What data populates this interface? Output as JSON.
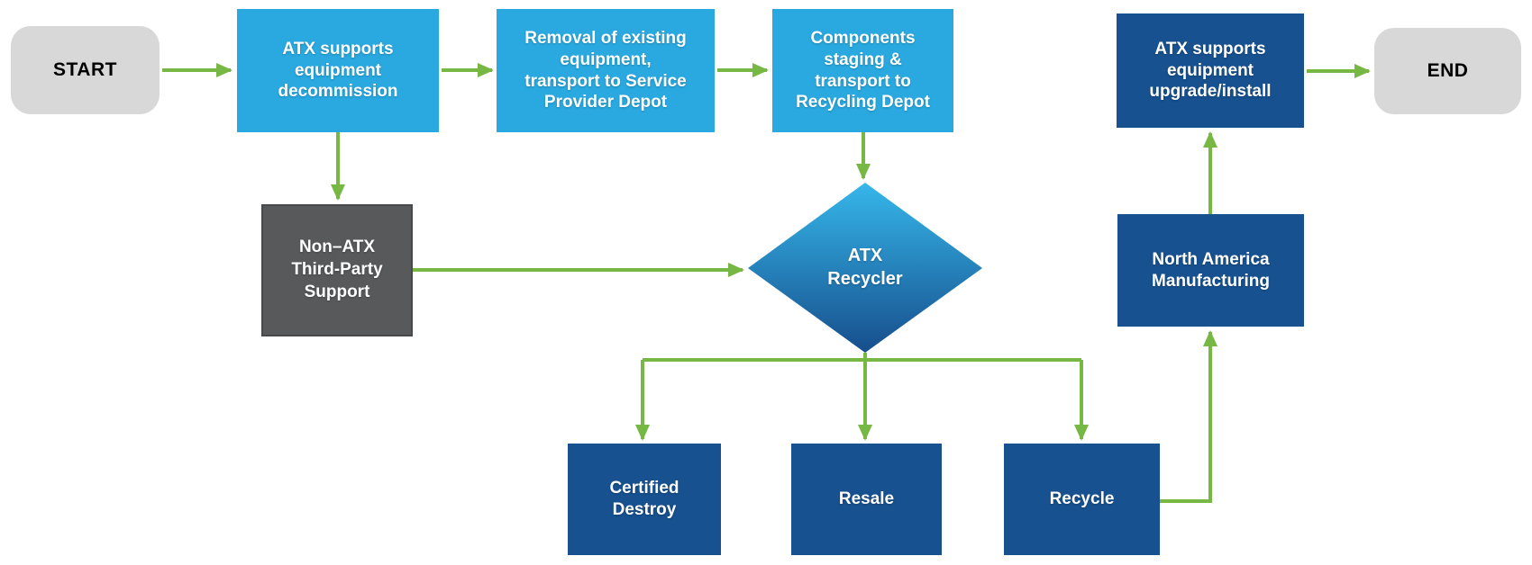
{
  "diagram": {
    "type": "flowchart",
    "background": "#FFFFFF",
    "colors": {
      "process_light_blue": "#29A9E0",
      "process_dark_blue": "#17518F",
      "third_party_gray": "#58595B",
      "terminal_gray": "#D8D8D8",
      "connector_green": "#76B843",
      "diamond_gradient_top": "#36B7EA",
      "diamond_gradient_bottom": "#164E8C",
      "text_light": "#FFFFFF",
      "text_dark": "#000000"
    },
    "nodes": {
      "start": {
        "label": "START",
        "shape": "rounded-terminal"
      },
      "decommission": {
        "label": "ATX supports\nequipment\ndecommission",
        "shape": "rectangle"
      },
      "removal": {
        "label": "Removal of existing\nequipment,\ntransport to Service\nProvider Depot",
        "shape": "rectangle"
      },
      "staging": {
        "label": "Components\nstaging &\ntransport to\nRecycling Depot",
        "shape": "rectangle"
      },
      "third_party": {
        "label": "Non–ATX\nThird-Party\nSupport",
        "shape": "rectangle"
      },
      "recycler": {
        "label": "ATX\nRecycler",
        "shape": "diamond-decision"
      },
      "certified_destroy": {
        "label": "Certified\nDestroy",
        "shape": "rectangle"
      },
      "resale": {
        "label": "Resale",
        "shape": "rectangle"
      },
      "recycle": {
        "label": "Recycle",
        "shape": "rectangle"
      },
      "manufacturing": {
        "label": "North America\nManufacturing",
        "shape": "rectangle"
      },
      "upgrade": {
        "label": "ATX supports\nequipment\nupgrade/install",
        "shape": "rectangle"
      },
      "end": {
        "label": "END",
        "shape": "rounded-terminal"
      }
    },
    "edges": [
      {
        "from": "start",
        "to": "decommission"
      },
      {
        "from": "decommission",
        "to": "removal"
      },
      {
        "from": "removal",
        "to": "staging"
      },
      {
        "from": "staging",
        "to": "recycler"
      },
      {
        "from": "decommission",
        "to": "third_party"
      },
      {
        "from": "third_party",
        "to": "recycler"
      },
      {
        "from": "recycler",
        "to": "certified_destroy"
      },
      {
        "from": "recycler",
        "to": "resale"
      },
      {
        "from": "recycler",
        "to": "recycle"
      },
      {
        "from": "recycle",
        "to": "manufacturing"
      },
      {
        "from": "manufacturing",
        "to": "upgrade"
      },
      {
        "from": "upgrade",
        "to": "end"
      }
    ]
  }
}
